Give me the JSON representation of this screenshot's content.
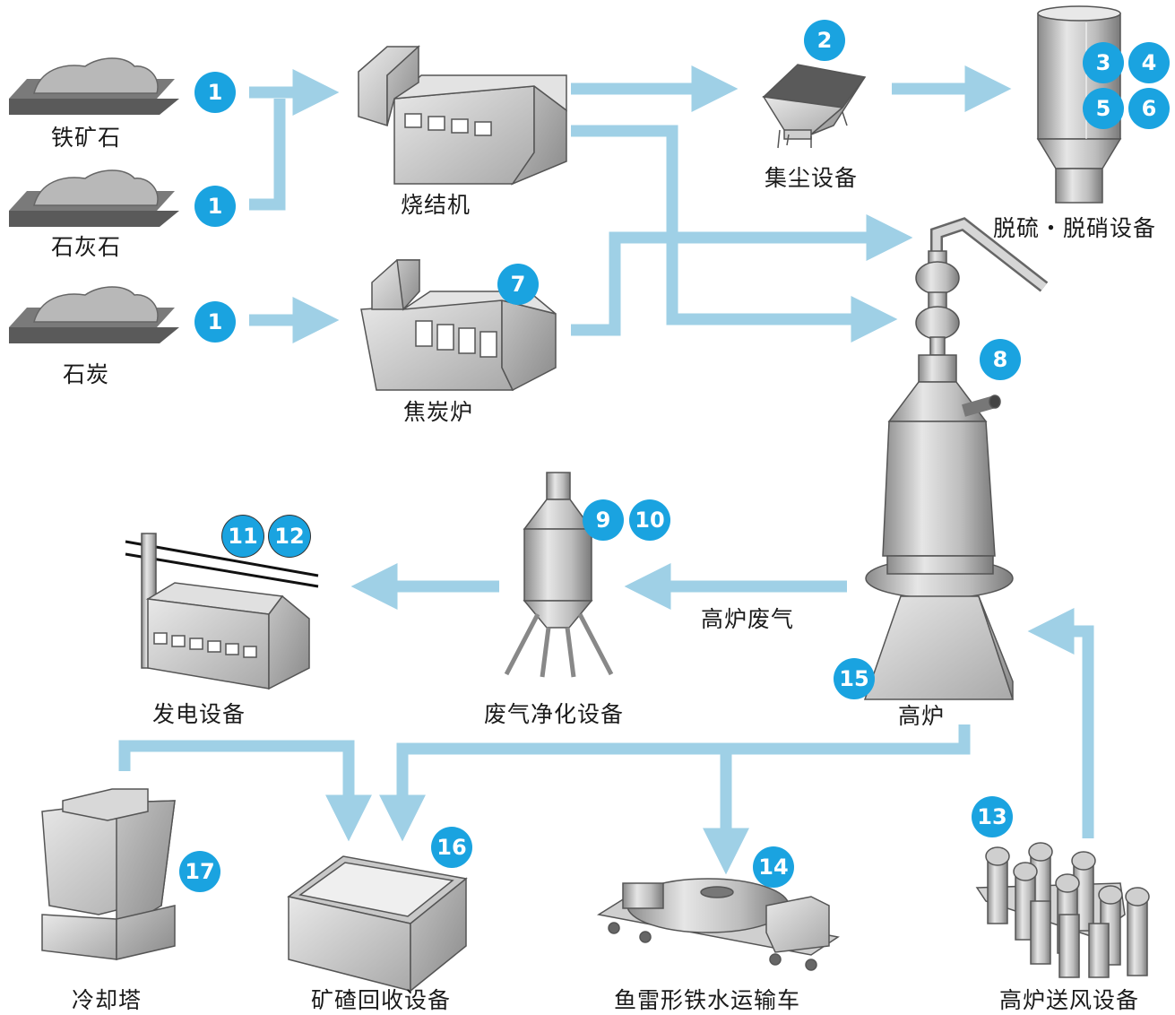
{
  "labels": {
    "iron_ore": "铁矿石",
    "limestone": "石灰石",
    "coal": "石炭",
    "sinter": "烧结机",
    "coke_oven": "焦炭炉",
    "dust": "集尘设备",
    "desulf": "脱硫・脱硝设备",
    "blast_furnace": "高炉",
    "gas": "高炉废气",
    "gas_clean": "废气净化设备",
    "power": "发电设备",
    "cooling": "冷却塔",
    "slag": "矿碴回收设备",
    "torpedo": "鱼雷形铁水运输车",
    "blower": "高炉送风设备"
  },
  "badges": {
    "b1a": "1",
    "b1b": "1",
    "b1c": "1",
    "b2": "2",
    "b3": "3",
    "b4": "4",
    "b5": "5",
    "b6": "6",
    "b7": "7",
    "b8": "8",
    "b9": "9",
    "b10": "10",
    "b11": "11",
    "b12": "12",
    "b13": "13",
    "b14": "14",
    "b15": "15",
    "b16": "16",
    "b17": "17"
  },
  "colors": {
    "arrow": "#9fd0e6",
    "badge": "#1aa3e0",
    "equipment_light": "#d9d9d9",
    "equipment_dark": "#8c8c8c"
  }
}
